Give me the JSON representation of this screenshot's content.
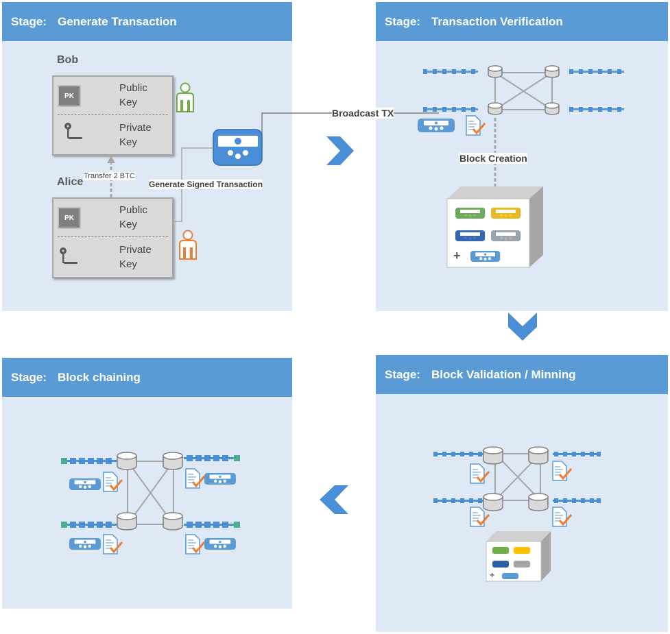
{
  "stages": [
    {
      "label": "Stage:",
      "title": "Generate Transaction"
    },
    {
      "label": "Stage:",
      "title": "Transaction Verification"
    },
    {
      "label": "Stage:",
      "title": "Block chaining"
    },
    {
      "label": "Stage:",
      "title": "Block Validation / Minning"
    }
  ],
  "bob": {
    "name": "Bob",
    "pk_badge": "PK",
    "public_key": "Public Key",
    "private_key": "Private Key"
  },
  "alice": {
    "name": "Alice",
    "pk_badge": "PK",
    "public_key": "Public Key",
    "private_key": "Private Key"
  },
  "labels": {
    "transfer": "Transfer 2 BTC",
    "generate_signed": "Generate Signed Transaction",
    "broadcast": "Broadcast TX",
    "block_creation": "Block Creation",
    "plus": "+"
  },
  "colors": {
    "header": "#5a9bd5",
    "panel": "#dfe9f5",
    "arrow": "#4a8fd6",
    "bob_person": "#70ad47",
    "alice_person": "#ed7d31",
    "tx_blue": "#5a9bd5",
    "tx_green": "#70ad47",
    "tx_yellow": "#ffc000",
    "tx_navy": "#2e5ea8",
    "tx_gray": "#a5a5a5",
    "check": "#ed7d31"
  }
}
